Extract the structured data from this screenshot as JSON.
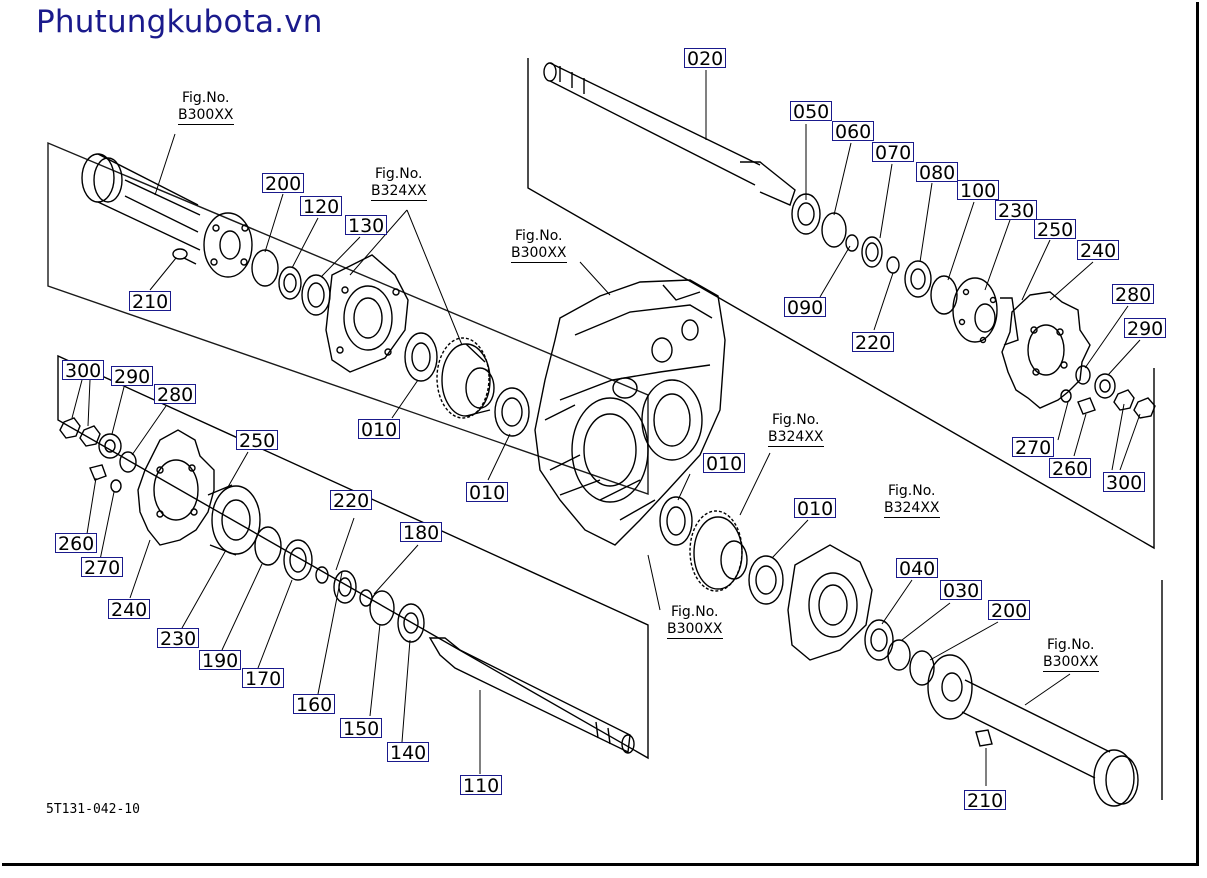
{
  "brand": "Phutungkubota.vn",
  "drawing_number": "5T131-042-10",
  "fig_refs": [
    {
      "fig": "Fig.No.",
      "code": "B300XX"
    },
    {
      "fig": "Fig.No.",
      "code": "B324XX"
    },
    {
      "fig": "Fig.No.",
      "code": "B300XX"
    },
    {
      "fig": "Fig.No.",
      "code": "B324XX"
    },
    {
      "fig": "Fig.No.",
      "code": "B324XX"
    },
    {
      "fig": "Fig.No.",
      "code": "B300XX"
    },
    {
      "fig": "Fig.No.",
      "code": "B300XX"
    }
  ],
  "part_tags": [
    "020",
    "050",
    "060",
    "070",
    "080",
    "100",
    "230",
    "250",
    "240",
    "280",
    "290",
    "090",
    "220",
    "270",
    "260",
    "300",
    "200",
    "120",
    "130",
    "210",
    "010",
    "010",
    "010",
    "300",
    "290",
    "280",
    "250",
    "260",
    "270",
    "240",
    "230",
    "190",
    "170",
    "220",
    "180",
    "160",
    "150",
    "140",
    "110",
    "010",
    "010",
    "040",
    "030",
    "200",
    "210"
  ]
}
